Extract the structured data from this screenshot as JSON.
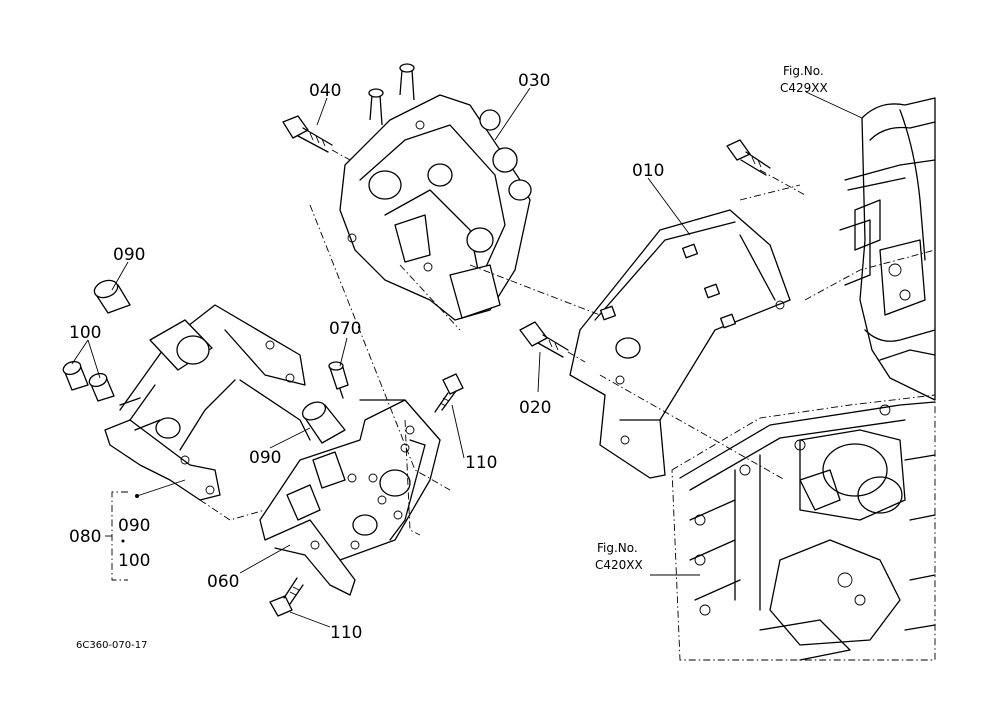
{
  "labels": {
    "p010": "010",
    "p020": "020",
    "p030": "030",
    "p040": "040",
    "p060": "060",
    "p070": "070",
    "p080": "080",
    "p090a": "090",
    "p090b": "090",
    "p090c": "090",
    "p100a": "100",
    "p100b": "100",
    "p110a": "110",
    "p110b": "110"
  },
  "refs": {
    "fig1_label": "Fig.No.",
    "fig1_code": "C429XX",
    "fig2_label": "Fig.No.",
    "fig2_code": "C420XX"
  },
  "drawing_code": "6C360-070-17"
}
